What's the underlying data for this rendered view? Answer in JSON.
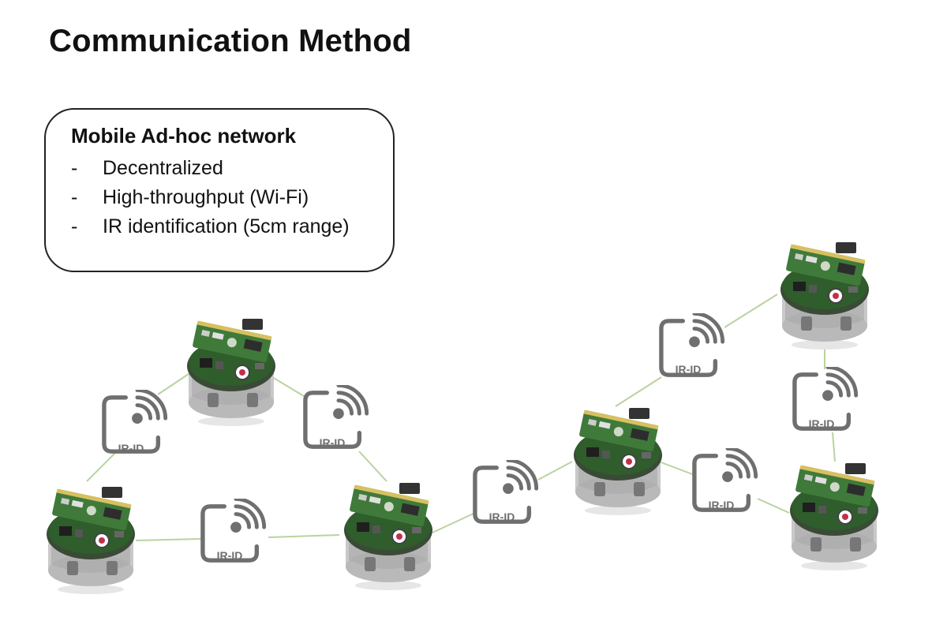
{
  "slide": {
    "title": "Communication Method"
  },
  "info_box": {
    "heading": "Mobile Ad-hoc network",
    "bullets": [
      "Decentralized",
      "High-throughput (Wi-Fi)",
      "IR identification (5cm range)"
    ],
    "bullet_marker": "-"
  },
  "diagram": {
    "badge_label": "IR-ID",
    "colors": {
      "link_line": "#b9d3a0",
      "badge_gray": "#6f6f6f",
      "board_green": "#3f6b3a",
      "robot_body": "#c4c4c4"
    },
    "robots": [
      "robot-1",
      "robot-2",
      "robot-3",
      "robot-4",
      "robot-5",
      "robot-6"
    ],
    "links": [
      [
        "robot-1",
        "robot-2"
      ],
      [
        "robot-1",
        "robot-3"
      ],
      [
        "robot-2",
        "robot-3"
      ],
      [
        "robot-3",
        "robot-4"
      ],
      [
        "robot-4",
        "robot-5"
      ],
      [
        "robot-4",
        "robot-6"
      ],
      [
        "robot-5",
        "robot-6"
      ]
    ],
    "icons": [
      "antenna-icon",
      "wifi-signal-icon"
    ]
  }
}
